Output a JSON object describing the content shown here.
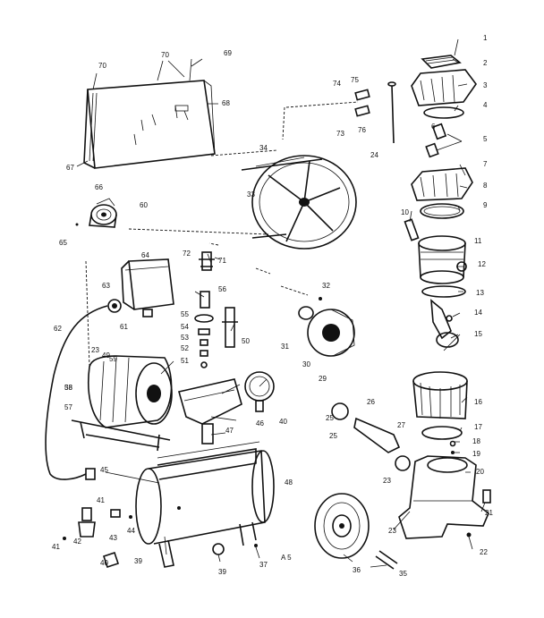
{
  "callouts": [
    "1",
    "2",
    "3",
    "4",
    "5",
    "6",
    "7",
    "8",
    "9",
    "10",
    "11",
    "12",
    "13",
    "14",
    "15",
    "16",
    "17",
    "18",
    "19",
    "20",
    "21",
    "22",
    "23",
    "23",
    "23",
    "24",
    "25",
    "25",
    "26",
    "27",
    "29",
    "30",
    "31",
    "32",
    "33",
    "34",
    "35",
    "36",
    "37",
    "38",
    "39",
    "39",
    "40",
    "40",
    "41",
    "41",
    "42",
    "43",
    "44",
    "45",
    "46",
    "47",
    "48",
    "49",
    "50",
    "51",
    "52",
    "53",
    "54",
    "55",
    "56",
    "57",
    "58",
    "59",
    "60",
    "61",
    "62",
    "63",
    "64",
    "65",
    "66",
    "67",
    "68",
    "69",
    "70",
    "70",
    "71",
    "72",
    "73",
    "74",
    "75",
    "76",
    "A 5"
  ]
}
